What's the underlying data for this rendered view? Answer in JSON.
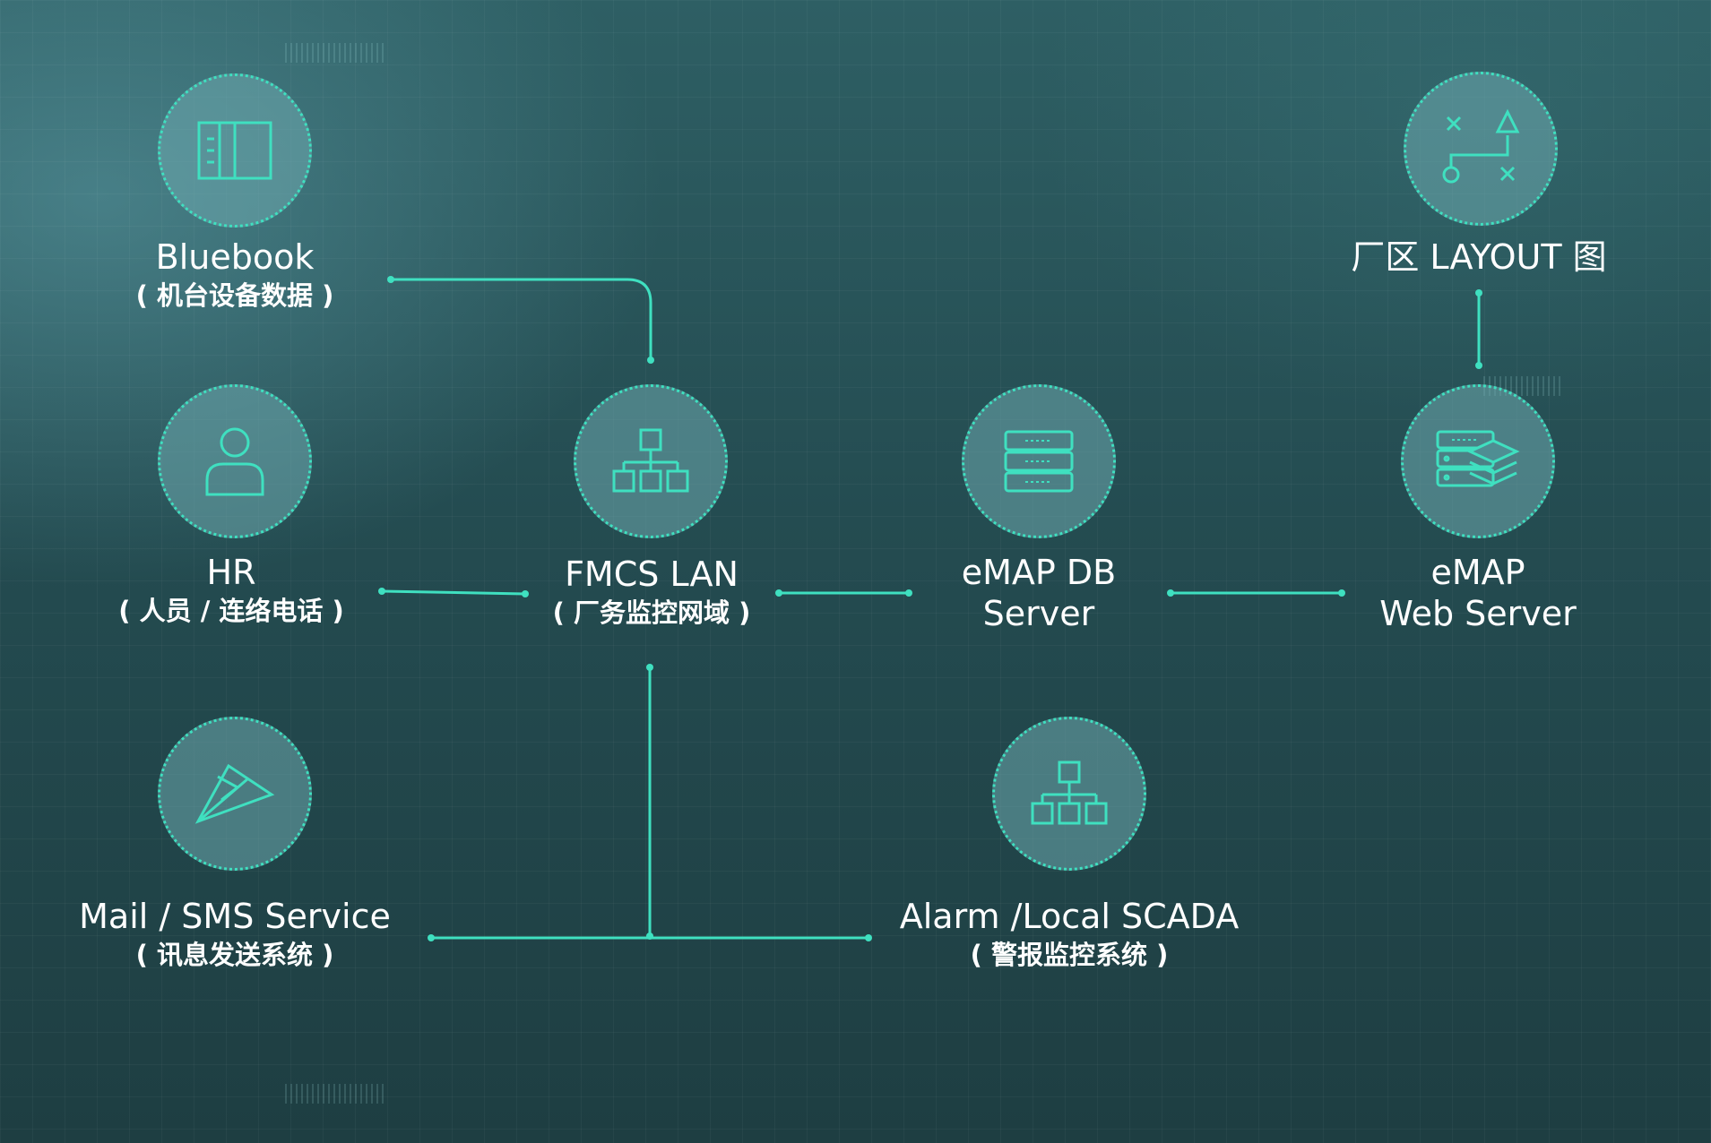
{
  "nodes": {
    "bluebook": {
      "title": "Bluebook",
      "subtitle": "( 机台设备数据 )",
      "icon": "book-icon"
    },
    "layout_map": {
      "title": "厂区 LAYOUT 图",
      "icon": "strategy-path-icon"
    },
    "hr": {
      "title": "HR",
      "subtitle": "( 人员 / 连络电话 )",
      "icon": "person-icon"
    },
    "fmcs_lan": {
      "title": "FMCS LAN",
      "subtitle": "( 厂务监控网域 )",
      "icon": "network-hierarchy-icon"
    },
    "emap_db": {
      "title_line1": "eMAP DB",
      "title_line2": "Server",
      "icon": "database-server-icon"
    },
    "emap_web": {
      "title_line1": "eMAP",
      "title_line2": "Web Server",
      "icon": "layered-server-icon"
    },
    "mail_sms": {
      "title": "Mail / SMS Service",
      "subtitle": "( 讯息发送系统 )",
      "icon": "paper-plane-icon"
    },
    "alarm_scada": {
      "title": "Alarm /Local SCADA",
      "subtitle": "( 警报监控系统 )",
      "icon": "network-hierarchy-icon"
    }
  },
  "colors": {
    "accent": "#3fe0c0",
    "circle_fill": "#6aa6ab",
    "background_top": "#2e5f64",
    "background_bottom": "#1e3e42",
    "text": "#ffffff"
  }
}
